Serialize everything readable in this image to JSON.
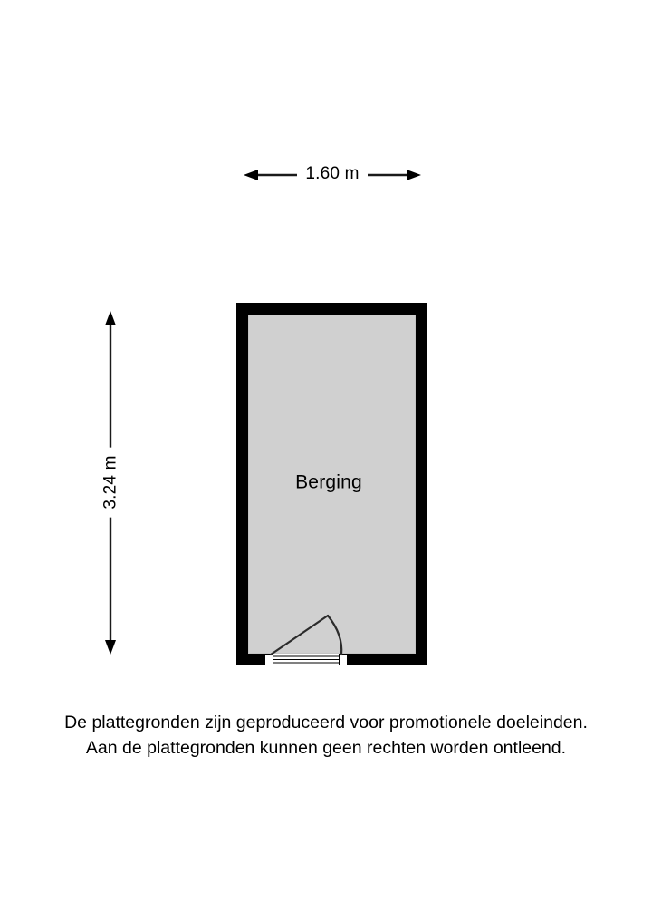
{
  "document": {
    "type": "floor-plan",
    "language": "nl"
  },
  "plan": {
    "room": {
      "name": "Berging",
      "fill_color": "#d0d0d0",
      "wall_color": "#000000"
    },
    "dimensions": {
      "width": {
        "label": "1.60 m",
        "value": 1.6,
        "unit": "m",
        "orientation": "horizontal"
      },
      "height": {
        "label": "3.24 m",
        "value": 3.24,
        "unit": "m",
        "orientation": "vertical"
      }
    },
    "door": {
      "name": "swing-door",
      "hinge_side": "left",
      "swing": "inward"
    }
  },
  "disclaimer": {
    "line1": "De plattegronden zijn geproduceerd voor promotionele doeleinden.",
    "line2": "Aan de plattegronden kunnen geen rechten worden ontleend."
  }
}
